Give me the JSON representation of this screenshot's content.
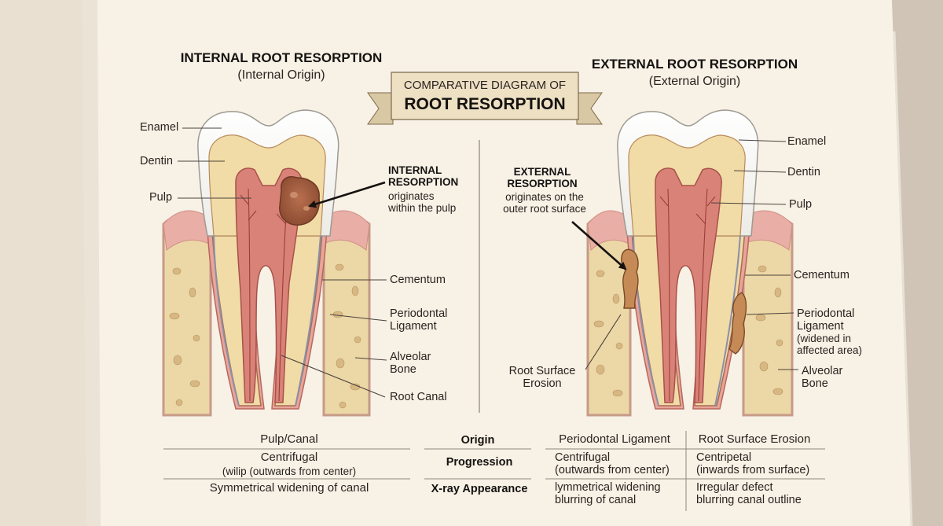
{
  "banner": {
    "line1": "COMPARATIVE DIAGRAM OF",
    "line2": "ROOT RESORPTION"
  },
  "internal": {
    "title": "INTERNAL ROOT RESORPTION",
    "subtitle": "(Internal Origin)",
    "labels": {
      "enamel": "Enamel",
      "dentin": "Dentin",
      "pulp": "Pulp",
      "cementum": "Cementum",
      "pdl": "Periodontal\nLigament",
      "bone": "Alveolar\nBone",
      "canal": "Root Canal"
    },
    "callout": {
      "head": "INTERNAL\nRESORPTION",
      "body": "originates\nwithin the pulp"
    }
  },
  "external": {
    "title": "EXTERNAL ROOT RESORPTION",
    "subtitle": "(External Origin)",
    "labels": {
      "enamel": "Enamel",
      "dentin": "Dentin",
      "pulp": "Pulp",
      "cementum": "Cementum",
      "pdl": "Periodontal\nLigament",
      "pdl_note": "(widened in\naffected area)",
      "bone": "Alveolar\nBone",
      "erosion": "Root Surface\nErosion"
    },
    "callout": {
      "head": "EXTERNAL\nRESORPTION",
      "body": "originates on the\nouter root surface"
    }
  },
  "table": {
    "rows": [
      {
        "label": "Origin",
        "internal": "Pulp/Canal",
        "internal_note": "",
        "ext_a": "Periodontal Ligament",
        "ext_b": "Root Surface Erosion"
      },
      {
        "label": "Progression",
        "internal": "Centrifugal",
        "internal_note": "(wilip (outwards from center)",
        "ext_a": "Centrifugal\n(outwards from center)",
        "ext_b": "Centripetal\n(inwards from surface)"
      },
      {
        "label": "X-ray Appearance",
        "internal": "Symmetrical widening of canal",
        "internal_note": "",
        "ext_a": "lymmetrical widening\nblurring of canal",
        "ext_b": "Irregular defect\nblurring canal outline"
      }
    ]
  },
  "colors": {
    "paper": "#f7f1e6",
    "bone": "#ecd7a6",
    "gum": "#e9aea5",
    "dentin": "#f1dba6",
    "pulp": "#d98378",
    "enamel": "#fbfbf9",
    "ink": "#1a1714"
  }
}
